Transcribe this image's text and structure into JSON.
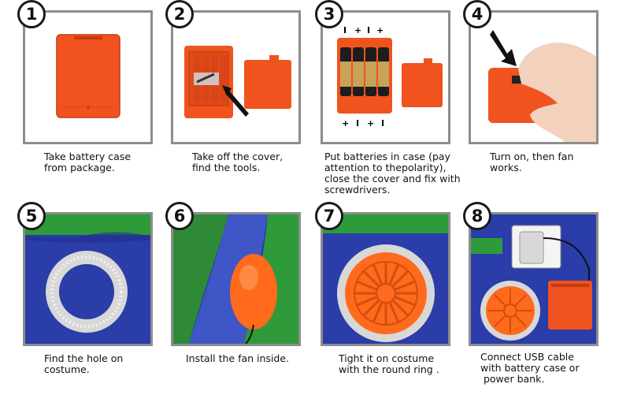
{
  "steps": [
    {
      "number": "1",
      "caption_lines": [
        "Take battery case",
        "from package."
      ]
    },
    {
      "number": "2",
      "caption_lines": [
        "Take off the cover,",
        "find the tools."
      ]
    },
    {
      "number": "3",
      "caption_lines": [
        "Put batteries in case (pay",
        "attention to thepolarity),",
        "close the cover and fix with",
        "screwdrivers."
      ],
      "polarity_top": [
        "I",
        "+",
        "I",
        "+"
      ],
      "polarity_bottom": [
        "+",
        "I",
        "+",
        "I"
      ]
    },
    {
      "number": "4",
      "caption_lines": [
        "Turn on, then fan",
        "works."
      ]
    },
    {
      "number": "5",
      "caption_lines": [
        "Find the hole on",
        "costume."
      ]
    },
    {
      "number": "6",
      "caption_lines": [
        "Install the fan inside."
      ]
    },
    {
      "number": "7",
      "caption_lines": [
        "Tight it on costume",
        "with the round ring ."
      ]
    },
    {
      "number": "8",
      "caption_lines": [
        "Connect USB cable",
        "with battery case or",
        " power bank."
      ]
    }
  ],
  "colors": {
    "case_orange": "#f0531e",
    "fan_orange": "#ff6a1c",
    "fabric_blue": "#2a3da8",
    "fabric_green": "#2e9a3a",
    "frame_gray": "#8d8d8d"
  }
}
